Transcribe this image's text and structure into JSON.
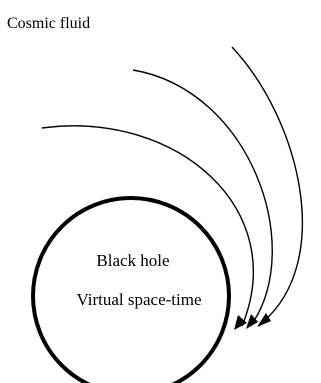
{
  "labels": {
    "cosmic_fluid": "Cosmic fluid",
    "black_hole": "Black hole",
    "virtual_space_time": "Virtual space-time"
  },
  "colors": {
    "stroke": "#000000",
    "background": "#ffffff"
  },
  "shapes": {
    "black_hole": "circle",
    "flow_lines": 3,
    "arrowheads": "filled-triangle"
  }
}
